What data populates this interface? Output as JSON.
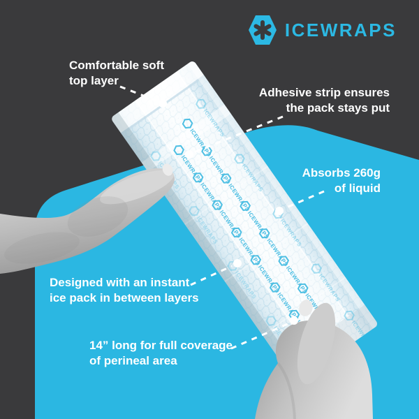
{
  "brand": {
    "name": "ICEWRAPS",
    "icon": "snowflake-hexagon-icon",
    "color": "#2CB9E4"
  },
  "background": {
    "dark_color": "#3A3A3C",
    "accent_shape_color": "#2BB7E2"
  },
  "product": {
    "description": "grayscale hands holding a long white perineal ice pack",
    "print_text": "ICEWRAPS",
    "print_color": "#45BCE2"
  },
  "callouts": [
    {
      "id": "top-layer",
      "text": "Comfortable soft\ntop layer",
      "align": "left"
    },
    {
      "id": "adhesive",
      "text": "Adhesive strip ensures\nthe pack stays put",
      "align": "right"
    },
    {
      "id": "absorbs",
      "text": "Absorbs 260g\nof liquid",
      "align": "right"
    },
    {
      "id": "instant-ice",
      "text": "Designed with an instant\nice pack in between layers",
      "align": "left"
    },
    {
      "id": "length",
      "text": "14” long for full coverage\nof perineal area",
      "align": "left"
    }
  ]
}
